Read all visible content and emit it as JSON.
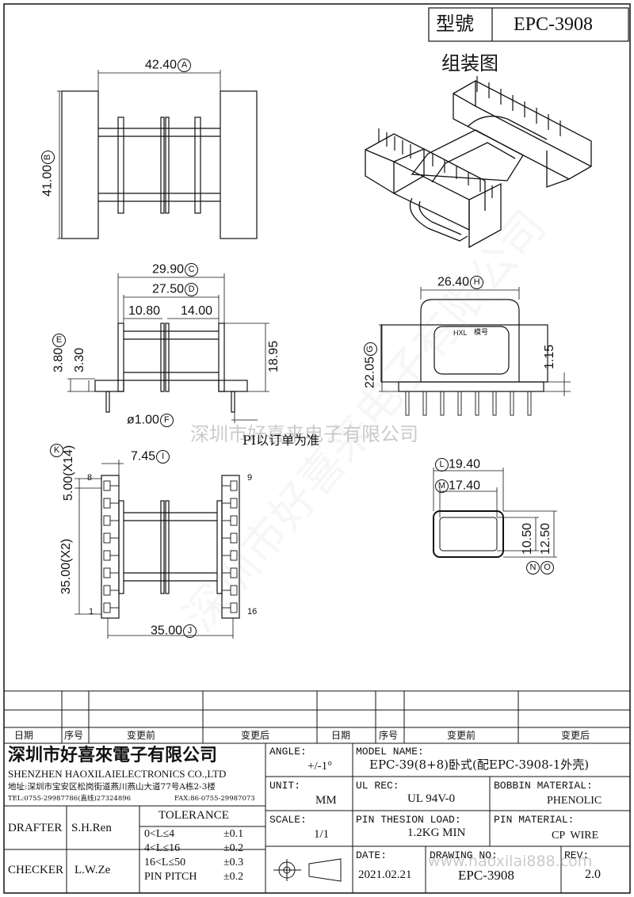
{
  "title_block": {
    "model_label": "型號",
    "model_value": "EPC-3908"
  },
  "assembly_label": "组装图",
  "dims": {
    "A": {
      "value": "42.40",
      "mark": "A"
    },
    "B": {
      "value": "41.00",
      "mark": "B"
    },
    "C": {
      "value": "29.90",
      "mark": "C"
    },
    "D": {
      "value": "27.50",
      "mark": "D"
    },
    "d1": "10.80",
    "d2": "14.00",
    "E": {
      "value": "3.80",
      "mark": "E"
    },
    "e2": "3.30",
    "h1895": "18.95",
    "F": {
      "value": "ø1.00",
      "mark": "F"
    },
    "H": {
      "value": "26.40",
      "mark": "H"
    },
    "G": {
      "value": "22.05",
      "mark": "G"
    },
    "h115": "1.15",
    "K": {
      "value": "5.00(X14)",
      "mark": "K"
    },
    "I": {
      "value": "7.45",
      "mark": "I"
    },
    "k2": "35.00(X2)",
    "J": {
      "value": "35.00",
      "mark": "J"
    },
    "L": {
      "value": "19.40",
      "mark": "L"
    },
    "M": {
      "value": "17.40",
      "mark": "M"
    },
    "n1": "10.50",
    "n2": "12.50",
    "N": "N",
    "O": "O"
  },
  "pin_labels": {
    "p8": "8",
    "p9": "9",
    "p1": "1",
    "p16": "16"
  },
  "side_marks": {
    "hxl": "HXL",
    "mold": "模号"
  },
  "pin_note": "PI以订单为准",
  "watermark": {
    "company": "深圳市好喜来电子有限公司",
    "url": "www.haoxilai888.com"
  },
  "revision_table": {
    "date": "日期",
    "seq": "序号",
    "before": "变更前",
    "after": "变更后"
  },
  "company": {
    "name_cn": "深圳市好喜來電子有限公司",
    "name_en": "SHENZHEN HAOXILAIELECTRONICS CO.,LTD",
    "address": "地址:深圳市宝安区松岗街道燕川燕山大道77号A栋2-3楼",
    "tel": "TEL:0755-29987786(直线)27324896",
    "fax": "FAX:86-0755-29987073"
  },
  "spec": {
    "angle_label": "ANGLE:",
    "angle_value": "+/-1°",
    "model_name_label": "MODEL NAME:",
    "model_name_value": "EPC-39(8+8)卧式(配EPC-3908-1外壳)",
    "unit_label": "UNIT:",
    "unit_value": "MM",
    "ul_label": "UL REC:",
    "ul_value": "UL 94V-0",
    "bobbin_label": "BOBBIN MATERIAL:",
    "bobbin_value": "PHENOLIC",
    "scale_label": "SCALE:",
    "scale_value": "1/1",
    "pin_tension_label": "PIN THESION LOAD:",
    "pin_tension_value": "1.2KG MIN",
    "pin_material_label": "PIN MATERIAL:",
    "pin_material_value": "CP  WIRE",
    "date_label": "DATE:",
    "date_value": "2021.02.21",
    "drawing_label": "DRAWING NO:",
    "drawing_value": "EPC-3908",
    "rev_label": "REV:",
    "rev_value": "2.0"
  },
  "people": {
    "drafter_label": "DRAFTER",
    "drafter_value": "S.H.Ren",
    "checker_label": "CHECKER",
    "checker_value": "L.W.Ze"
  },
  "tolerance": {
    "title": "TOLERANCE",
    "rows": [
      {
        "range": "0<L≤4",
        "tol": "±0.1"
      },
      {
        "range": "4<L≤16",
        "tol": "±0.2"
      },
      {
        "range": "16<L≤50",
        "tol": "±0.3"
      },
      {
        "range": "PIN PITCH",
        "tol": "±0.2"
      }
    ]
  }
}
